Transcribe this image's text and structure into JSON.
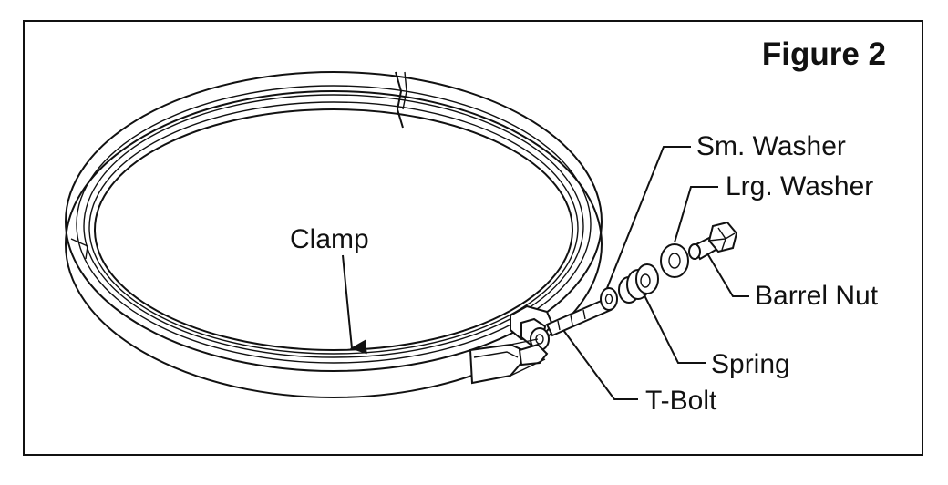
{
  "figure": {
    "title": "Figure 2"
  },
  "labels": {
    "clamp": "Clamp",
    "sm_washer": "Sm. Washer",
    "lrg_washer": "Lrg. Washer",
    "barrel_nut": "Barrel Nut",
    "spring": "Spring",
    "t_bolt": "T-Bolt"
  },
  "colors": {
    "ink": "#111111",
    "background": "#ffffff"
  }
}
